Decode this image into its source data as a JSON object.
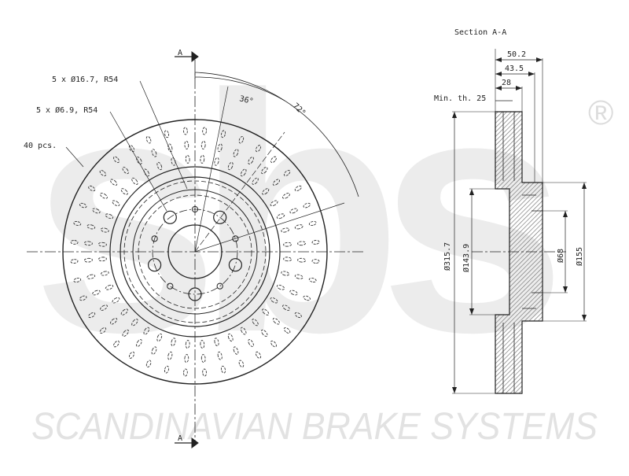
{
  "watermark": {
    "logo_text": "sbs",
    "registered_mark": "®",
    "company": "SCANDINAVIAN BRAKE SYSTEMS"
  },
  "front_view": {
    "section_marker_top": "A",
    "section_marker_bottom": "A",
    "label_bolt_holes": "5 x Ø16.7, R54",
    "label_small_holes": "5 x Ø6.9, R54",
    "label_vent_count": "40 pcs.",
    "angle_small": "36°",
    "angle_large": "72°"
  },
  "section_view": {
    "title": "Section A-A",
    "min_thickness": "Min. th. 25",
    "dim_width_total": "50.2",
    "dim_width_hat": "43.5",
    "dim_thickness": "28",
    "dim_outer_diameter": "Ø315.7",
    "dim_inner_diameter": "Ø143.9",
    "dim_center_bore": "Ø68",
    "dim_hat_diameter": "Ø155"
  },
  "colors": {
    "line": "#222222",
    "hatch": "#777777",
    "watermark": "#e4e4e4"
  }
}
